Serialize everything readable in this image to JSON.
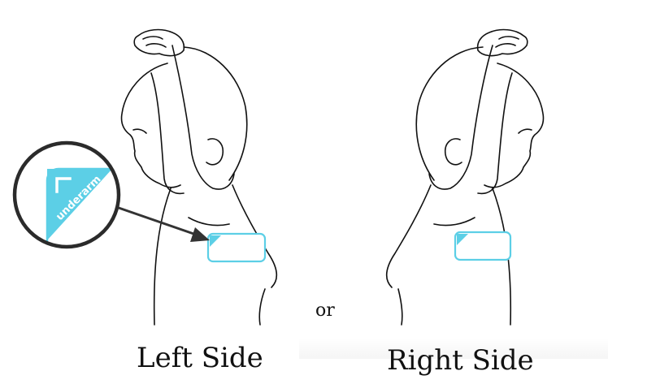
{
  "figures": {
    "left": {
      "caption": "Left Side"
    },
    "right": {
      "caption": "Right Side"
    }
  },
  "separator_word": "or",
  "callout": {
    "sensor_label": "underarm"
  },
  "colors": {
    "sensor_accent": "#5ccfe6",
    "line_art": "#111111",
    "callout_ring": "#2b2b2b",
    "arrow": "#333333"
  }
}
